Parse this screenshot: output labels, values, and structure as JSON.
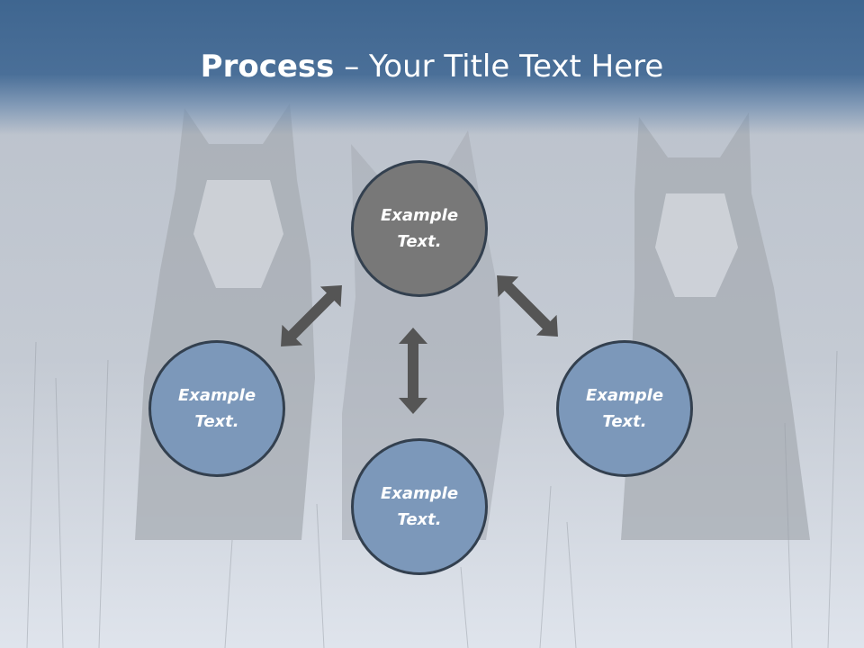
{
  "title": {
    "bold": "Process",
    "separator": " – ",
    "rest": "Your Title Text Here"
  },
  "nodes": [
    {
      "label": "Example Text."
    },
    {
      "label": "Example Text."
    },
    {
      "label": "Example Text."
    },
    {
      "label": "Example Text."
    }
  ],
  "colors": {
    "title_band": "#4a6f98",
    "top_node": "#787878",
    "blue_node": "#7c98ba",
    "arrow": "#555555"
  }
}
